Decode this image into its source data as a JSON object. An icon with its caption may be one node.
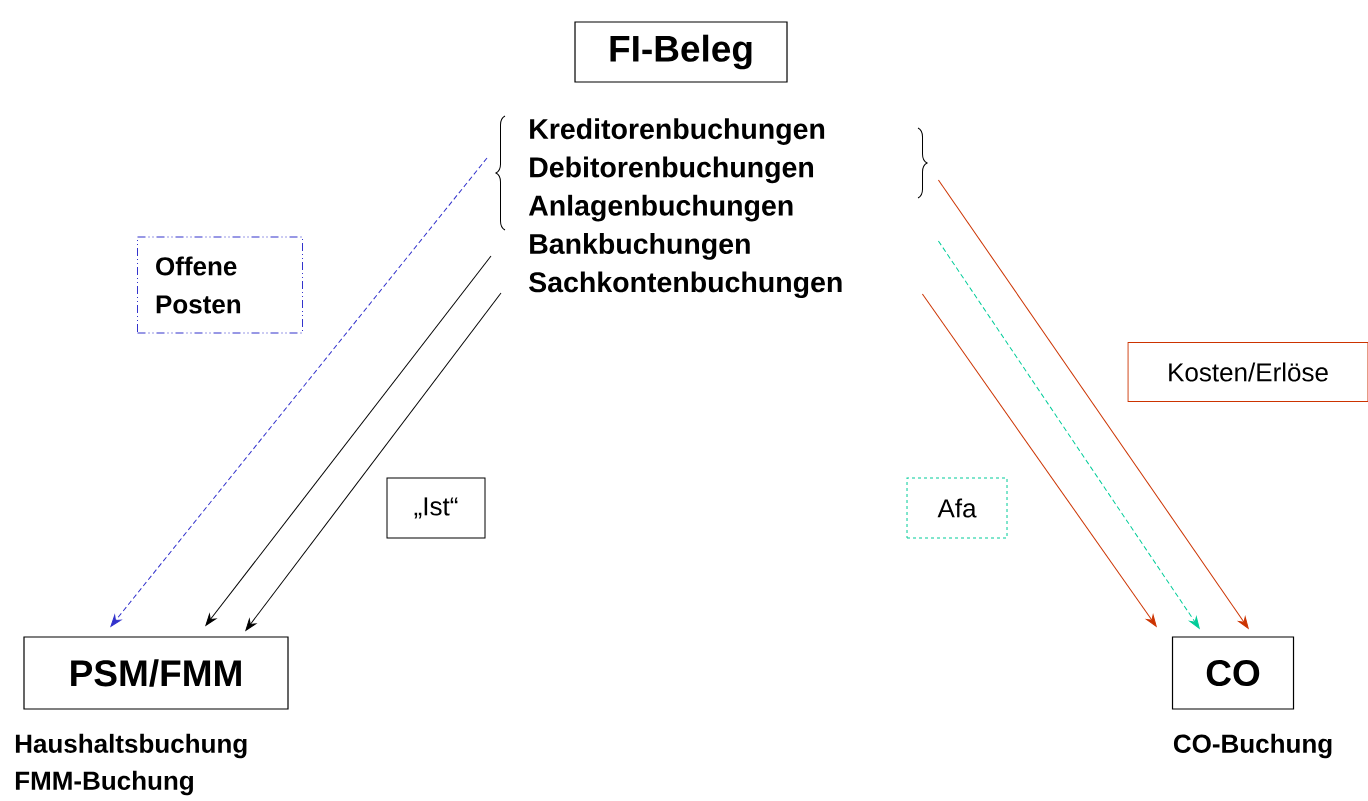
{
  "diagram": {
    "nodes": [
      {
        "text": [
          "FI-Beleg"
        ]
      },
      {
        "text": [
          "Kreditorenbuchungen",
          "Debitorenbuchungen",
          "Anlagenbuchungen",
          "Bankbuchungen",
          "Sachkontenbuchungen"
        ]
      },
      {
        "text": [
          "Offene Posten"
        ]
      },
      {
        "text": [
          "Kosten/Erlöse"
        ]
      },
      {
        "text": [
          "„Ist“"
        ]
      },
      {
        "text": [
          "Afa"
        ]
      },
      {
        "text": [
          "PSM/FMM"
        ],
        "beside": [
          "Haushaltsbuchung",
          "FMM-Buchung"
        ]
      },
      {
        "text": [
          "CO"
        ],
        "beside": [
          "CO-Buchung"
        ]
      }
    ],
    "edges": [
      {
        "from": 1,
        "to": 6,
        "arrow": "to",
        "style": "dashed",
        "color": "#3333cc"
      },
      {
        "from": 1,
        "to": 6,
        "arrow": "to",
        "color": "#000000"
      },
      {
        "from": 1,
        "to": 6,
        "arrow": "to",
        "color": "#000000"
      },
      {
        "from": 1,
        "to": 7,
        "arrow": "to",
        "color": "#cc3300"
      },
      {
        "from": 1,
        "to": 7,
        "arrow": "to",
        "style": "dashed",
        "color": "#00cc99"
      },
      {
        "from": 1,
        "to": 7,
        "arrow": "to",
        "color": "#cc3300"
      }
    ]
  }
}
